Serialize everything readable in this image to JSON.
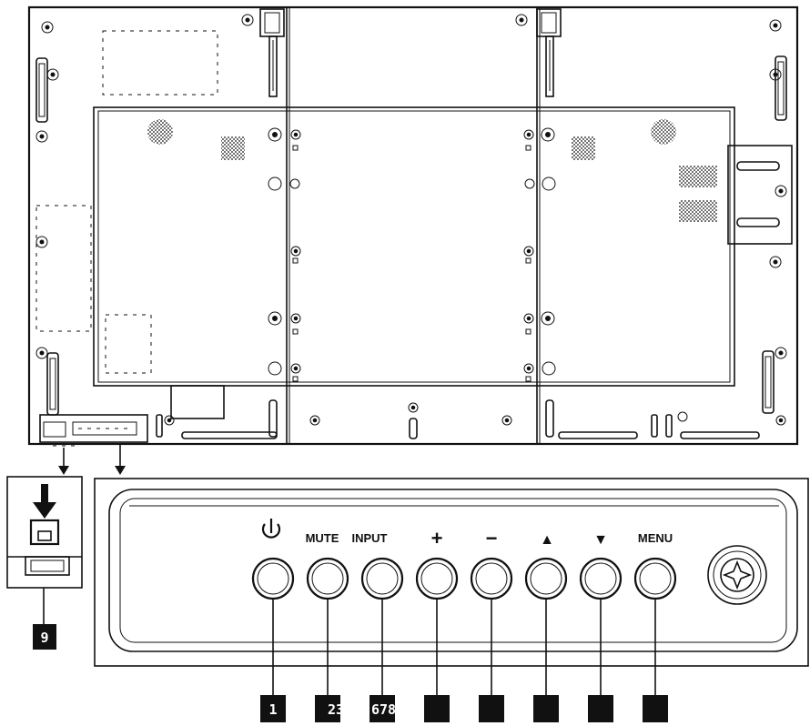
{
  "colors": {
    "line": "#111111",
    "background": "#ffffff",
    "callout_fill": "#111111",
    "callout_text": "#ffffff"
  },
  "control_panel": {
    "buttons": [
      {
        "id": "power",
        "label": "",
        "icon": "power-icon",
        "callout": "1"
      },
      {
        "id": "mute",
        "label": "MUTE",
        "icon": "",
        "callout": "23"
      },
      {
        "id": "input",
        "label": "INPUT",
        "icon": "",
        "callout": "678"
      },
      {
        "id": "plus",
        "label": "+",
        "icon": "",
        "callout": ""
      },
      {
        "id": "minus",
        "label": "−",
        "icon": "",
        "callout": ""
      },
      {
        "id": "up",
        "label": "▲",
        "icon": "",
        "callout": ""
      },
      {
        "id": "down",
        "label": "▼",
        "icon": "",
        "callout": ""
      },
      {
        "id": "menu",
        "label": "MENU",
        "icon": "",
        "callout": ""
      }
    ],
    "joystick_icon": "joystick-knob-icon"
  },
  "side_detail": {
    "icon": "down-arrow-usb-icon",
    "callout": "9"
  }
}
